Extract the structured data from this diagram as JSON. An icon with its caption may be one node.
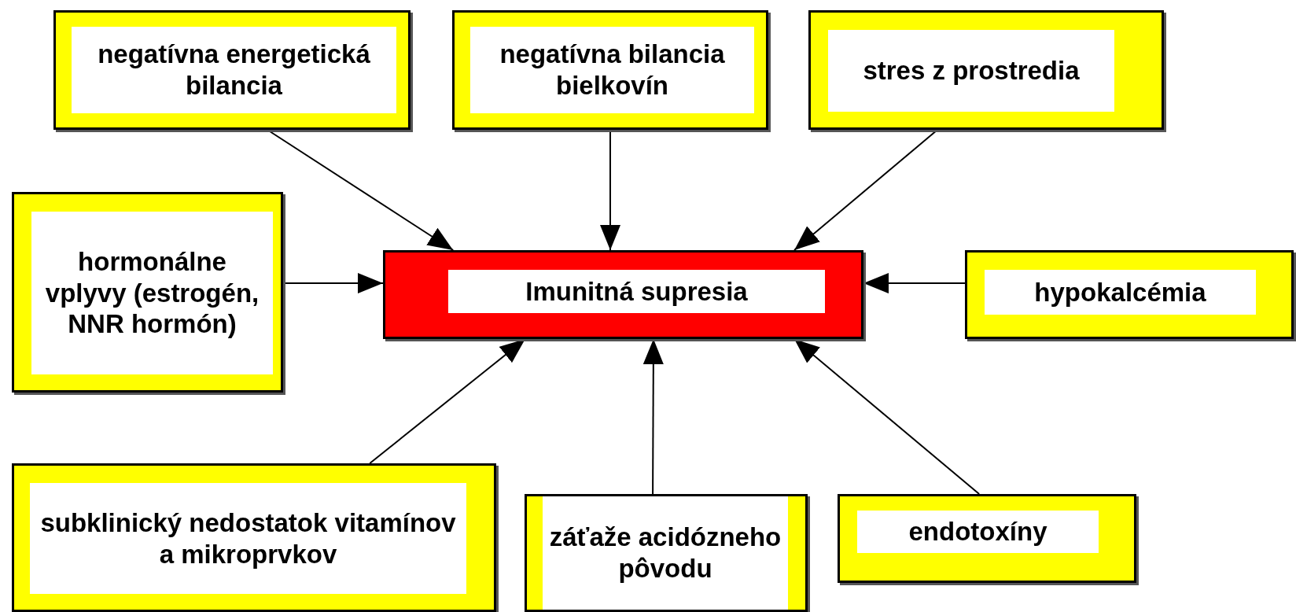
{
  "diagram": {
    "nodes": [
      {
        "text": [
          "negatívna energetická bilancia"
        ]
      },
      {
        "text": [
          "negatívna bilancia bielkovín"
        ]
      },
      {
        "text": [
          "stres z prostredia"
        ]
      },
      {
        "text": [
          "hormonálne vplyvy (estrogén, NNR hormón)"
        ]
      },
      {
        "text": [
          "Imunitná supresia"
        ]
      },
      {
        "text": [
          "hypokalcémia"
        ]
      },
      {
        "text": [
          "subklinický nedostatok vitamínov a mikroprvkov"
        ]
      },
      {
        "text": [
          "záťaže acidózneho pôvodu"
        ]
      },
      {
        "text": [
          "endotoxíny"
        ]
      }
    ],
    "edges": [
      {
        "from": 0,
        "to": 4,
        "arrow": "to"
      },
      {
        "from": 1,
        "to": 4,
        "arrow": "to"
      },
      {
        "from": 2,
        "to": 4,
        "arrow": "to"
      },
      {
        "from": 3,
        "to": 4,
        "arrow": "to"
      },
      {
        "from": 5,
        "to": 4,
        "arrow": "to"
      },
      {
        "from": 6,
        "to": 4,
        "arrow": "to"
      },
      {
        "from": 7,
        "to": 4,
        "arrow": "to"
      },
      {
        "from": 8,
        "to": 4,
        "arrow": "to"
      }
    ]
  }
}
